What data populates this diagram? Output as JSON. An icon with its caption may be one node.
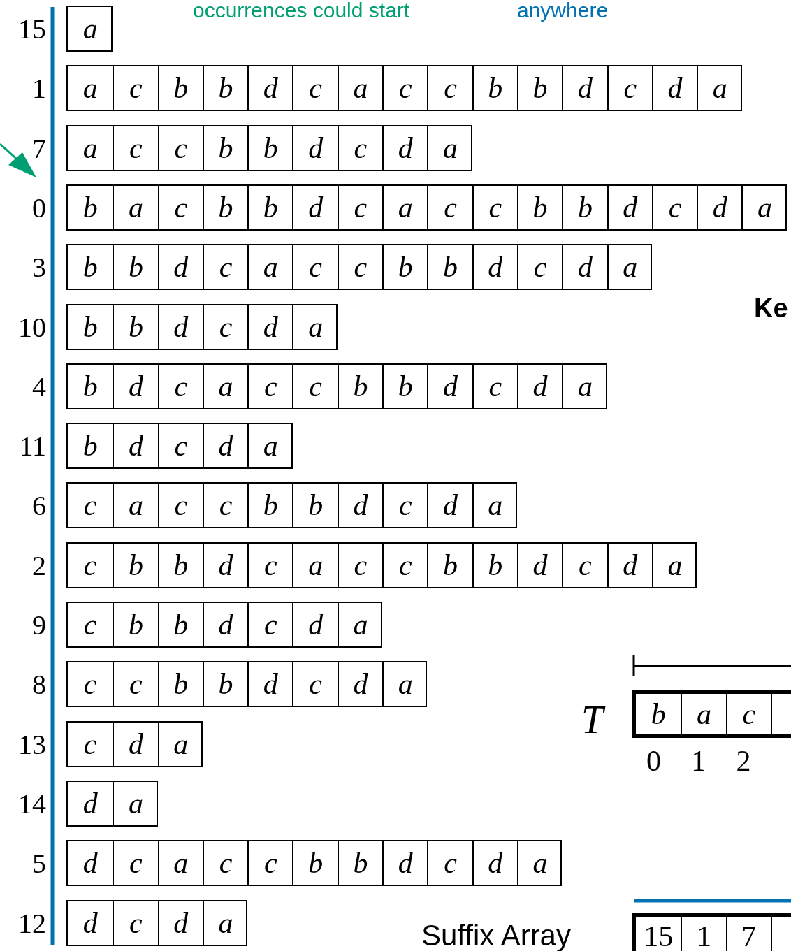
{
  "diagram": {
    "nodes": [
      {
        "text": [
          "a"
        ],
        "beside": [
          "15"
        ]
      },
      {
        "text": [
          "a",
          "c",
          "b",
          "b",
          "d",
          "c",
          "a",
          "c",
          "c",
          "b",
          "b",
          "d",
          "c",
          "d",
          "a"
        ],
        "beside": [
          "1"
        ]
      },
      {
        "text": [
          "a",
          "c",
          "c",
          "b",
          "b",
          "d",
          "c",
          "d",
          "a"
        ],
        "beside": [
          "7"
        ]
      },
      {
        "text": [
          "b",
          "a",
          "c",
          "b",
          "b",
          "d",
          "c",
          "a",
          "c",
          "c",
          "b",
          "b",
          "d",
          "c",
          "d",
          "a"
        ],
        "beside": [
          "0"
        ]
      },
      {
        "text": [
          "b",
          "b",
          "d",
          "c",
          "a",
          "c",
          "c",
          "b",
          "b",
          "d",
          "c",
          "d",
          "a"
        ],
        "beside": [
          "3"
        ]
      },
      {
        "text": [
          "b",
          "b",
          "d",
          "c",
          "d",
          "a"
        ],
        "beside": [
          "10"
        ]
      },
      {
        "text": [
          "b",
          "d",
          "c",
          "a",
          "c",
          "c",
          "b",
          "b",
          "d",
          "c",
          "d",
          "a"
        ],
        "beside": [
          "4"
        ]
      },
      {
        "text": [
          "b",
          "d",
          "c",
          "d",
          "a"
        ],
        "beside": [
          "11"
        ]
      },
      {
        "text": [
          "c",
          "a",
          "c",
          "c",
          "b",
          "b",
          "d",
          "c",
          "d",
          "a"
        ],
        "beside": [
          "6"
        ]
      },
      {
        "text": [
          "c",
          "b",
          "b",
          "d",
          "c",
          "a",
          "c",
          "c",
          "b",
          "b",
          "d",
          "c",
          "d",
          "a"
        ],
        "beside": [
          "2"
        ]
      },
      {
        "text": [
          "c",
          "b",
          "b",
          "d",
          "c",
          "d",
          "a"
        ],
        "beside": [
          "9"
        ]
      },
      {
        "text": [
          "c",
          "c",
          "b",
          "b",
          "d",
          "c",
          "d",
          "a"
        ],
        "beside": [
          "8"
        ]
      },
      {
        "text": [
          "c",
          "d",
          "a"
        ],
        "beside": [
          "13"
        ]
      },
      {
        "text": [
          "d",
          "a"
        ],
        "beside": [
          "14"
        ]
      },
      {
        "text": [
          "d",
          "c",
          "a",
          "c",
          "c",
          "b",
          "b",
          "d",
          "c",
          "d",
          "a"
        ],
        "beside": [
          "5"
        ]
      },
      {
        "text": [
          "d",
          "c",
          "d",
          "a"
        ],
        "beside": [
          "12"
        ]
      },
      {
        "text": [
          "b",
          "a",
          "c"
        ],
        "beside": [
          "T"
        ]
      },
      {
        "text": [
          "15",
          "1",
          "7"
        ],
        "beside": [
          "Suffix Array"
        ]
      }
    ],
    "labels": [
      "occurrences could start",
      "anywhere",
      "Ke",
      "0",
      "1",
      "2"
    ]
  }
}
